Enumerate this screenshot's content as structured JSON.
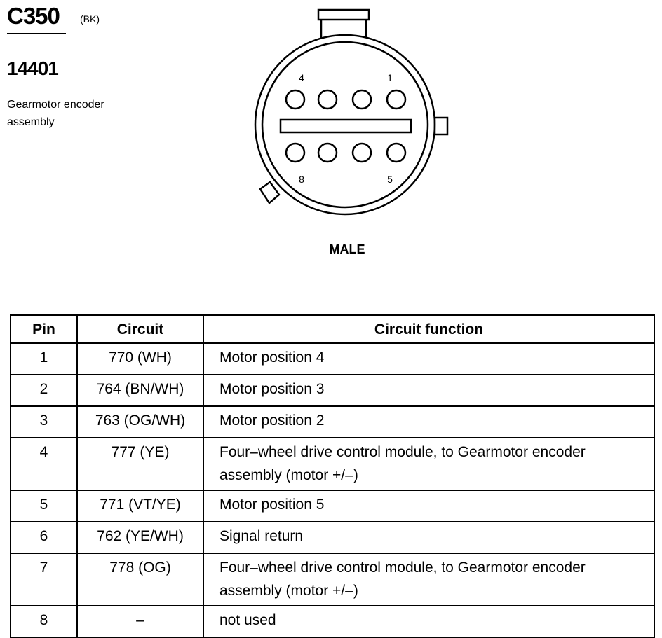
{
  "connector": {
    "id": "C350",
    "color": "(BK)",
    "part_number": "14401",
    "description_lines": [
      "Gearmotor encoder",
      "assembly"
    ],
    "gender": "MALE"
  },
  "pin_labels": {
    "top_left": "4",
    "top_right": "1",
    "bottom_left": "8",
    "bottom_right": "5"
  },
  "table": {
    "headers": {
      "pin": "Pin",
      "circuit": "Circuit",
      "function": "Circuit function"
    },
    "rows": [
      {
        "pin": "1",
        "circuit": "770 (WH)",
        "function": "Motor position 4"
      },
      {
        "pin": "2",
        "circuit": "764 (BN/WH)",
        "function": "Motor position 3"
      },
      {
        "pin": "3",
        "circuit": "763 (OG/WH)",
        "function": "Motor position 2"
      },
      {
        "pin": "4",
        "circuit": "777 (YE)",
        "function": "Four–wheel drive control module, to Gearmotor encoder assembly (motor +/–)"
      },
      {
        "pin": "5",
        "circuit": "771 (VT/YE)",
        "function": "Motor position 5"
      },
      {
        "pin": "6",
        "circuit": "762 (YE/WH)",
        "function": "Signal return"
      },
      {
        "pin": "7",
        "circuit": "778 (OG)",
        "function": "Four–wheel drive control module, to Gearmotor encoder assembly (motor +/–)"
      },
      {
        "pin": "8",
        "circuit": "–",
        "function": "not used"
      }
    ]
  }
}
